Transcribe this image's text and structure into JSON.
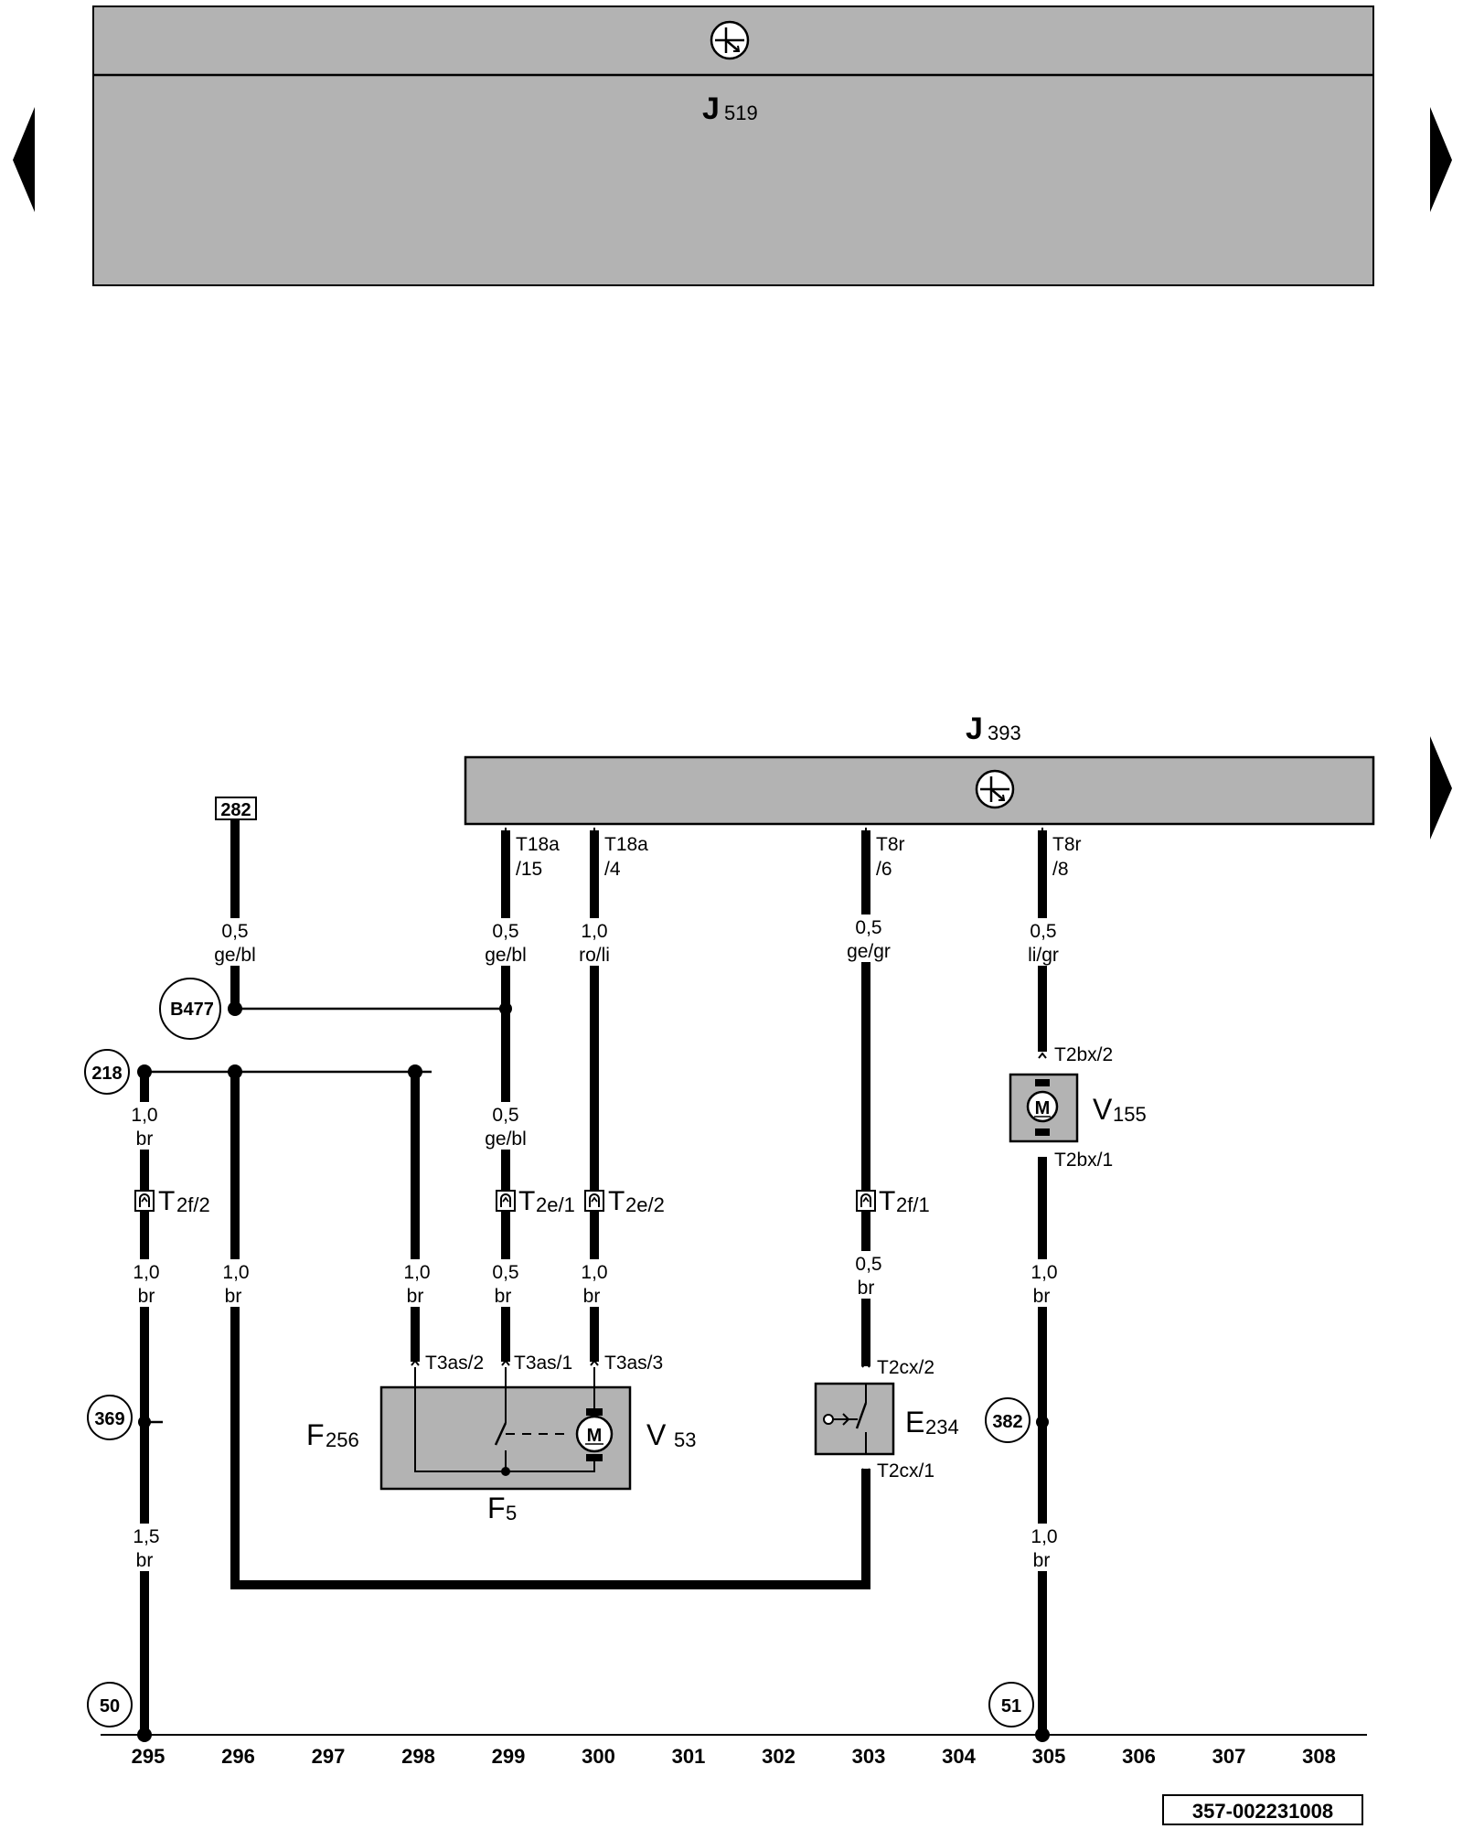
{
  "components": {
    "J519": {
      "letter": "J",
      "sub": "519"
    },
    "J393": {
      "letter": "J",
      "sub": "393"
    },
    "V155": {
      "letter": "V",
      "sub": "155"
    },
    "V53": {
      "letter": "V",
      "sub": "53"
    },
    "F256": {
      "letter": "F",
      "sub": "256"
    },
    "F5": {
      "letter": "F",
      "sub": "5"
    },
    "E234": {
      "letter": "E",
      "sub": "234"
    },
    "motor": "M"
  },
  "refs": {
    "r282": "282",
    "rB477": "B477",
    "r218": "218",
    "r369": "369",
    "r382": "382",
    "r50": "50",
    "r51": "51"
  },
  "connectors": {
    "t18a15_a": "T18a",
    "t18a15_b": "/15",
    "t18a4_a": "T18a",
    "t18a4_b": "/4",
    "t8r6_a": "T8r",
    "t8r6_b": "/6",
    "t8r8_a": "T8r",
    "t8r8_b": "/8",
    "t2bx2": "T2bx/2",
    "t2bx1": "T2bx/1",
    "t3as2": "T3as/2",
    "t3as1": "T3as/1",
    "t3as3": "T3as/3",
    "t2cx2": "T2cx/2",
    "t2cx1": "T2cx/1",
    "t2f2": {
      "main": "T",
      "sub": "2f/2"
    },
    "t2e1": {
      "main": "T",
      "sub": "2e/1"
    },
    "t2e2": {
      "main": "T",
      "sub": "2e/2"
    },
    "t2f1": {
      "main": "T",
      "sub": "2f/1"
    }
  },
  "wires": {
    "w282": {
      "size": "0,5",
      "color": "ge/bl"
    },
    "w299a": {
      "size": "0,5",
      "color": "ge/bl"
    },
    "w300a": {
      "size": "1,0",
      "color": "ro/li"
    },
    "w303a": {
      "size": "0,5",
      "color": "ge/gr"
    },
    "w305a": {
      "size": "0,5",
      "color": "li/gr"
    },
    "w295a": {
      "size": "1,0",
      "color": "br"
    },
    "w299b": {
      "size": "0,5",
      "color": "ge/bl"
    },
    "w295b": {
      "size": "1,0",
      "color": "br"
    },
    "w296": {
      "size": "1,0",
      "color": "br"
    },
    "w298": {
      "size": "1,0",
      "color": "br"
    },
    "w299c": {
      "size": "0,5",
      "color": "br"
    },
    "w300b": {
      "size": "1,0",
      "color": "br"
    },
    "w303b": {
      "size": "0,5",
      "color": "br"
    },
    "w305b": {
      "size": "1,0",
      "color": "br"
    },
    "w295c": {
      "size": "1,5",
      "color": "br"
    },
    "w305c": {
      "size": "1,0",
      "color": "br"
    }
  },
  "axis": [
    "295",
    "296",
    "297",
    "298",
    "299",
    "300",
    "301",
    "302",
    "303",
    "304",
    "305",
    "306",
    "307",
    "308"
  ],
  "doc_id": "357-002231008"
}
